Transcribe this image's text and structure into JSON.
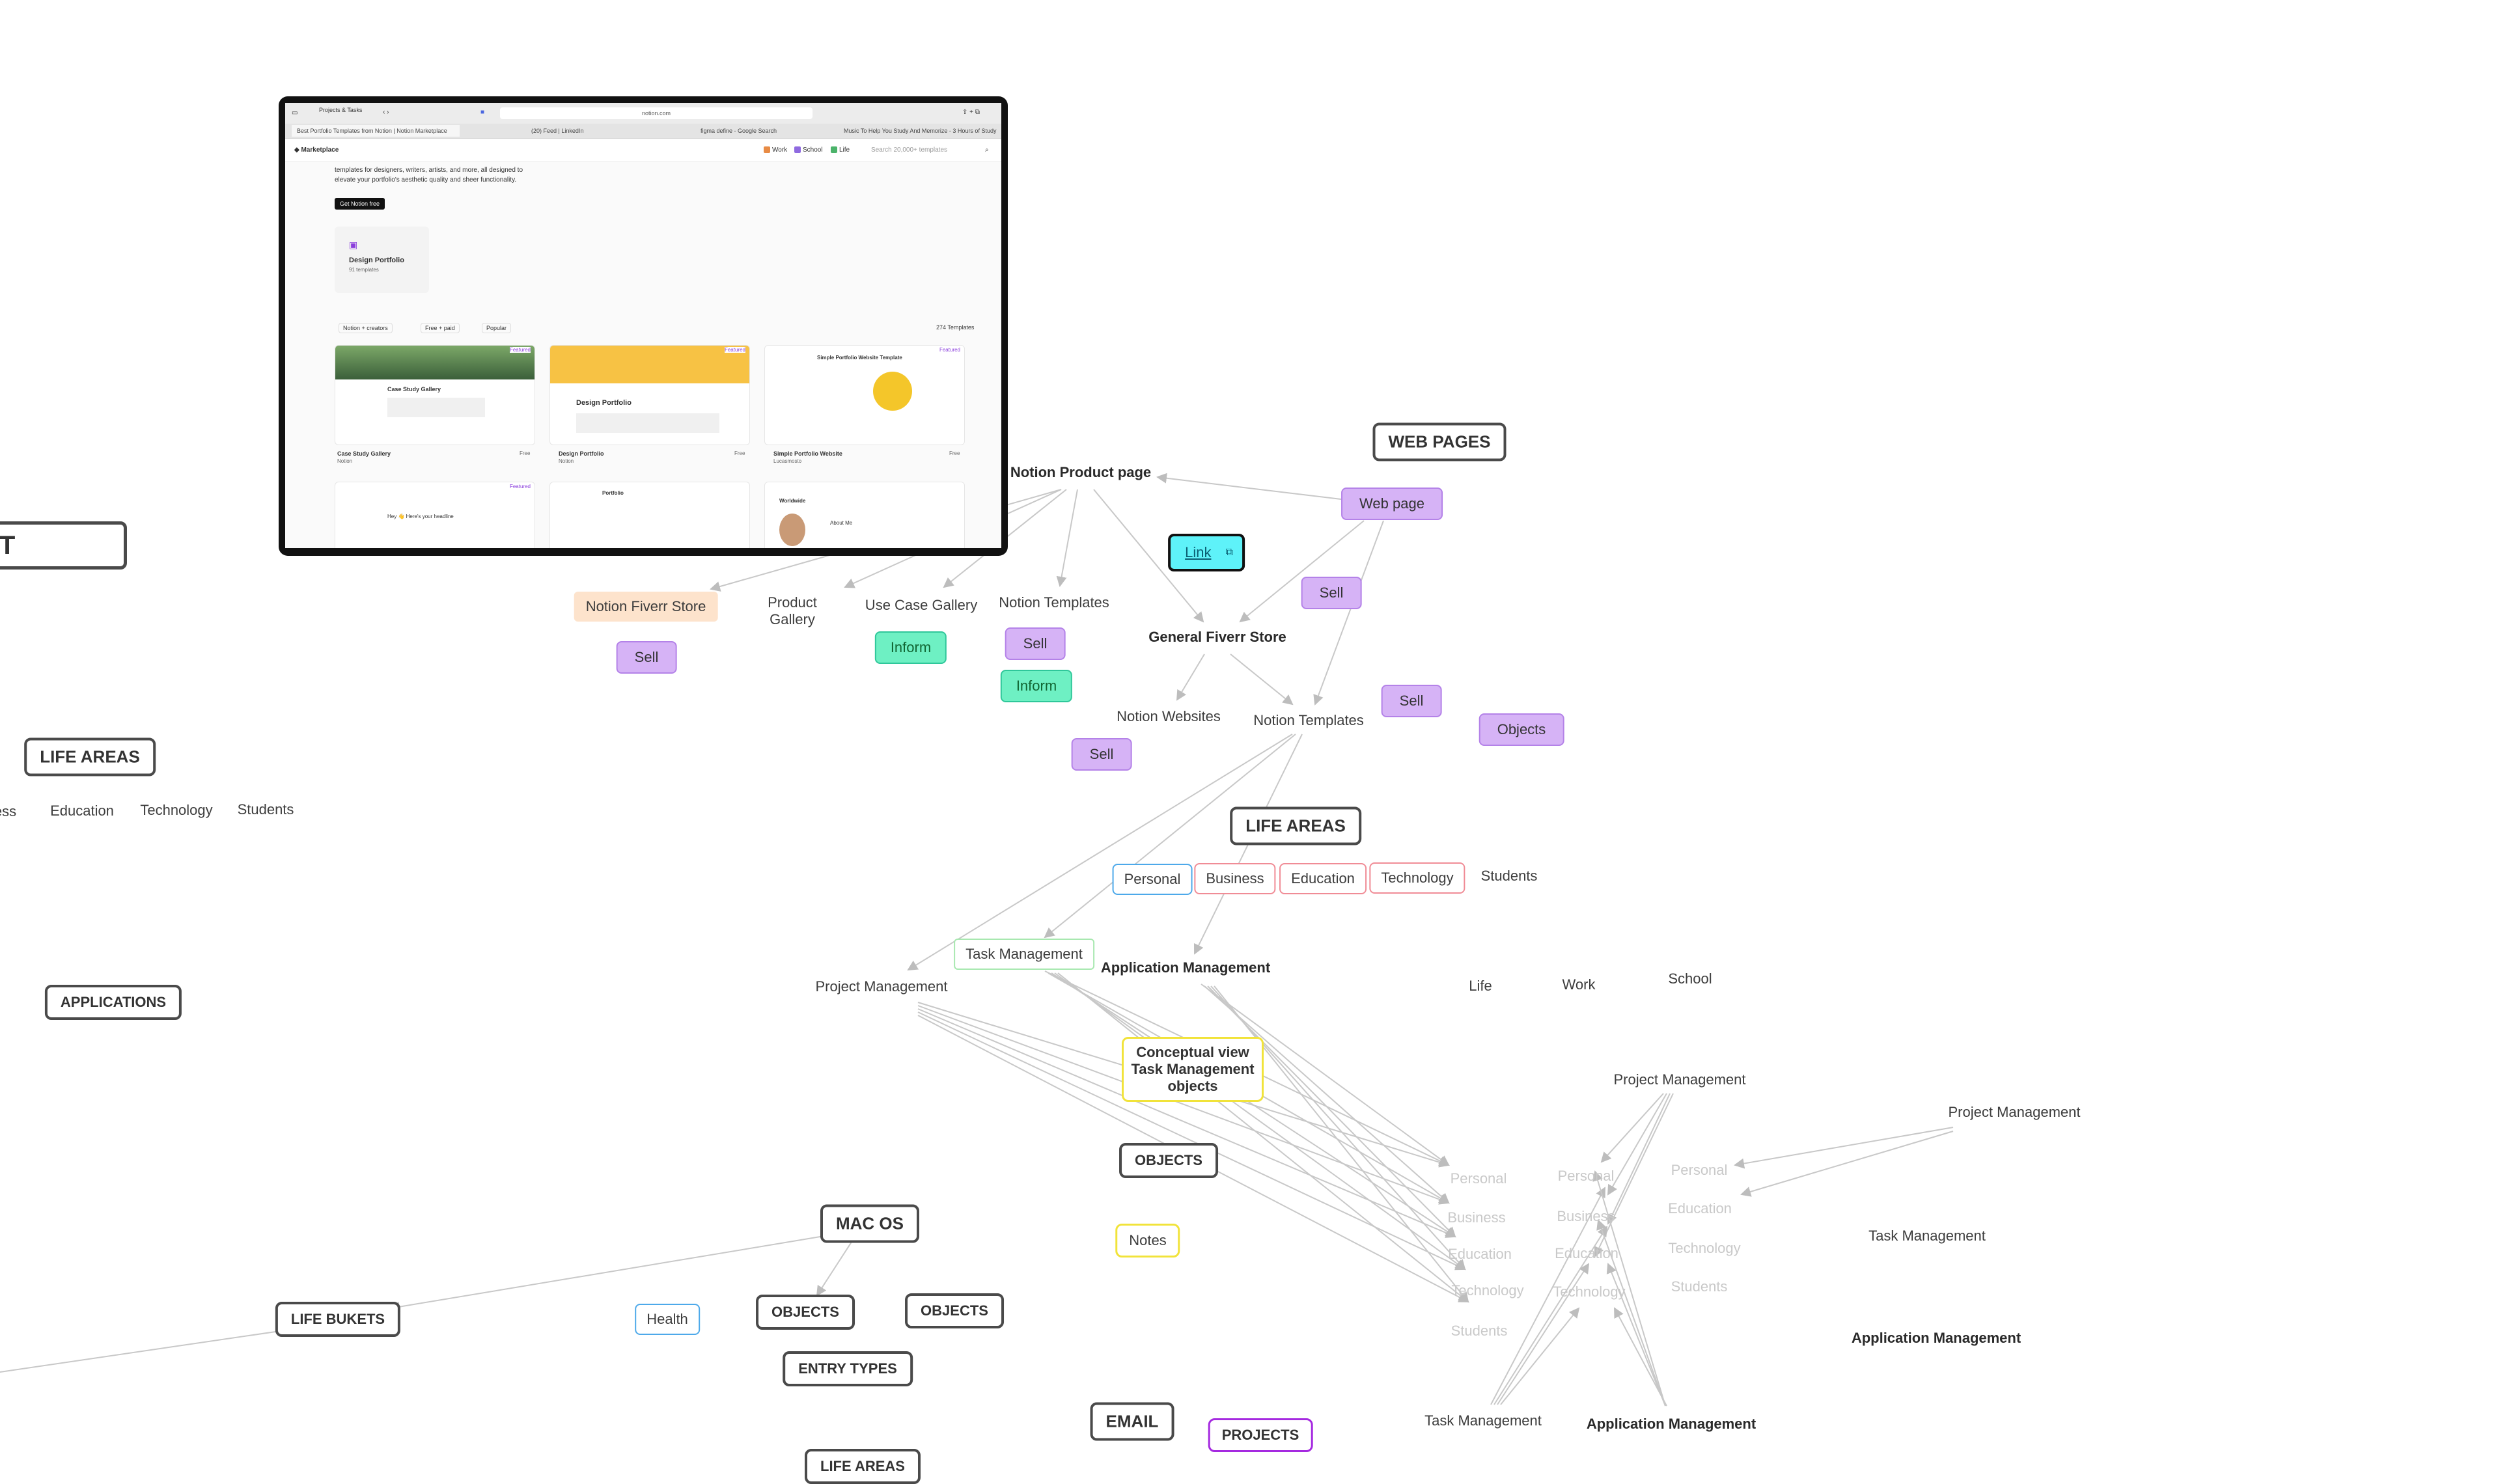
{
  "screenshot": {
    "tab_group": "Projects & Tasks",
    "address": "notion.com",
    "tabs": [
      "Best Portfolio Templates from Notion | Notion Marketplace",
      "(20) Feed | LinkedIn",
      "figma define - Google Search",
      "Music To Help You Study And Memorize - 3 Hours of Study Music..."
    ],
    "nav_brand": "Marketplace",
    "nav_work": "Work",
    "nav_school": "School",
    "nav_life": "Life",
    "search_placeholder": "Search 20,000+ templates",
    "intro_line1": "templates for designers, writers, artists, and more, all designed to",
    "intro_line2": "elevate your portfolio's aesthetic quality and sheer functionality.",
    "cta": "Get Notion free",
    "category_title": "Design Portfolio",
    "category_count": "91 templates",
    "filter1": "Notion + creators",
    "filter2": "Free + paid",
    "filter3": "Popular",
    "template_count": "274 Templates",
    "featured": "Featured",
    "card1_title": "Case Study Gallery",
    "card1_author": "Notion",
    "card1_price": "Free",
    "card2_title": "Design Portfolio",
    "card2_author": "Notion",
    "card2_price": "Free",
    "card2_banner": "Design Portfolio",
    "card3_title": "Simple Portfolio Website",
    "card3_author": "Lucasmosto",
    "card3_price": "Free",
    "card3_banner": "Simple Portfolio Website Template",
    "row2_card1_text": "Hey 👋 Here's your headline",
    "row2_card2_title": "Portfolio",
    "row2_card3_title": "Worldwide",
    "row2_card3_text": "About Me"
  },
  "nodes": {
    "ut": "UT",
    "web_pages": "WEB PAGES",
    "notion_product_page": "Notion Product page",
    "web_page": "Web page",
    "link": "Link",
    "sell_1": "Sell",
    "general_fiverr_store": "General Fiverr Store",
    "notion_fiverr_store": "Notion Fiverr Store",
    "product_gallery_1": "Product",
    "product_gallery_2": "Gallery",
    "use_case_gallery": "Use Case Gallery",
    "notion_templates_1": "Notion Templates",
    "sell_2": "Sell",
    "inform_1": "Inform",
    "sell_3": "Sell",
    "inform_2": "Inform",
    "sell_4": "Sell",
    "objects_purple": "Objects",
    "notion_websites": "Notion Websites",
    "notion_templates_2": "Notion Templates",
    "sell_5": "Sell",
    "life_areas_left": "LIFE AREAS",
    "left_ess": "ess",
    "left_education": "Education",
    "left_technology": "Technology",
    "left_students": "Students",
    "life_areas_mid": "LIFE AREAS",
    "la_personal": "Personal",
    "la_business": "Business",
    "la_education": "Education",
    "la_technology": "Technology",
    "la_students": "Students",
    "applications": "APPLICATIONS",
    "task_management": "Task Management",
    "project_management": "Project Management",
    "application_management": "Application Management",
    "life": "Life",
    "work": "Work",
    "school": "School",
    "conceptual_view": "Conceptual view Task Management objects",
    "objects_mid": "OBJECTS",
    "notes": "Notes",
    "pm_right": "Project Management",
    "pm_far_right": "Project Management",
    "tm_far_right": "Task Management",
    "am_far_right": "Application Management",
    "c1_personal": "Personal",
    "c1_business": "Business",
    "c1_education": "Education",
    "c1_technology": "Technology",
    "c1_students": "Students",
    "c2_personal": "Personal",
    "c2_business": "Business",
    "c2_education": "Education",
    "c2_technology": "Technology",
    "c3_personal": "Personal",
    "c3_education": "Education",
    "c3_technology": "Technology",
    "c3_students": "Students",
    "tm_bottom": "Task Management",
    "am_bottom": "Application Management",
    "mac_os": "MAC OS",
    "life_bukets": "LIFE BUKETS",
    "health": "Health",
    "objects_b1": "OBJECTS",
    "objects_b2": "OBJECTS",
    "entry_types": "ENTRY TYPES",
    "email": "EMAIL",
    "projects": "PROJECTS",
    "life_areas_bottom": "LIFE AREAS"
  }
}
